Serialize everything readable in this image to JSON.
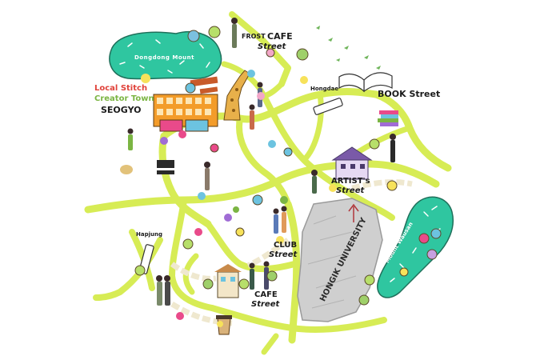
{
  "labels": {
    "parks": {
      "north": "Dongdong Mount",
      "east": "Mount Wausan"
    },
    "streets": {
      "frost_cafe": {
        "line1": "FROST",
        "line2": "CAFE",
        "line3": "Street"
      },
      "book_street": "BOOK Street",
      "artists_street": {
        "line1": "ARTIST's",
        "line2": "Street"
      },
      "club_street": {
        "line1": "CLUB",
        "line2": "Street"
      },
      "cafe_street": {
        "line1": "CAFE",
        "line2": "Street"
      },
      "hongik_university": "HONGIK UNIVERSITY"
    },
    "stations": {
      "hongdae": "Hongdae",
      "hapjung": "Hapjung"
    },
    "local_stitch": {
      "line1": "Local Stitch",
      "line2": "Creator Town",
      "line3": "SEOGYO"
    }
  },
  "colors": {
    "road": "#d7ec55",
    "park": "#2fc6a0",
    "park_outline": "#1f6f5a",
    "campus": "#cfcfcf",
    "building_orange": "#f39c2a",
    "local_stitch_red": "#e0423a",
    "local_stitch_green": "#7bb543"
  },
  "icons": [
    "giraffe-icon",
    "book-icon",
    "train-icon",
    "coffee-cup-icon",
    "house-icon",
    "piano-icon",
    "tree-icon",
    "arrow-up-icon",
    "dog-icon",
    "bird-icon"
  ]
}
